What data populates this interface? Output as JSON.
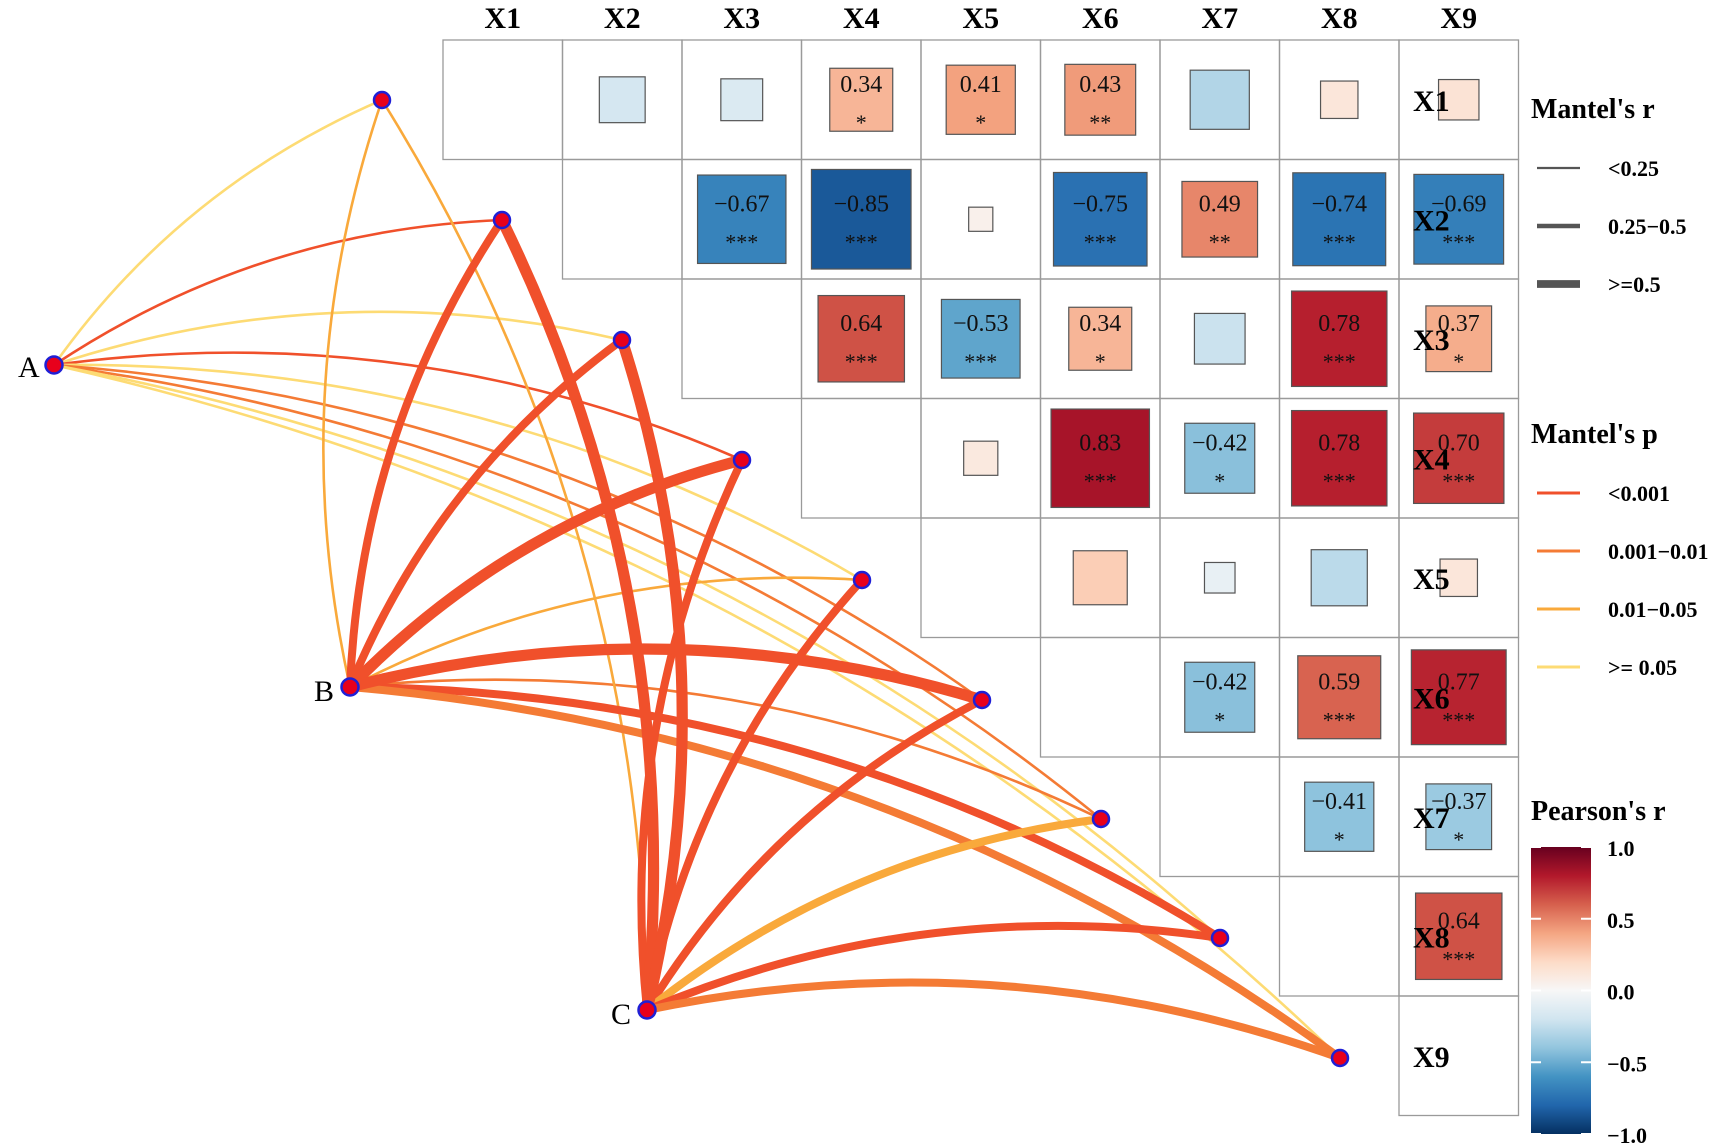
{
  "chart_data": {
    "type": "heatmap",
    "subtype": "mantel-test correlogram (upper-triangle Pearson correlation matrix with Mantel test links)",
    "variables": [
      "X1",
      "X2",
      "X3",
      "X4",
      "X5",
      "X6",
      "X7",
      "X8",
      "X9"
    ],
    "pearson_cells": [
      {
        "row": "X1",
        "col": "X2",
        "r": -0.18,
        "label": "",
        "stars": ""
      },
      {
        "row": "X1",
        "col": "X3",
        "r": -0.15,
        "label": "",
        "stars": ""
      },
      {
        "row": "X1",
        "col": "X4",
        "r": 0.34,
        "label": "0.34",
        "stars": "*"
      },
      {
        "row": "X1",
        "col": "X5",
        "r": 0.41,
        "label": "0.41",
        "stars": "*"
      },
      {
        "row": "X1",
        "col": "X6",
        "r": 0.43,
        "label": "0.43",
        "stars": "**"
      },
      {
        "row": "X1",
        "col": "X7",
        "r": -0.3,
        "label": "",
        "stars": ""
      },
      {
        "row": "X1",
        "col": "X8",
        "r": 0.12,
        "label": "",
        "stars": ""
      },
      {
        "row": "X1",
        "col": "X9",
        "r": 0.14,
        "label": "",
        "stars": ""
      },
      {
        "row": "X2",
        "col": "X3",
        "r": -0.67,
        "label": "−0.67",
        "stars": "***"
      },
      {
        "row": "X2",
        "col": "X4",
        "r": -0.85,
        "label": "−0.85",
        "stars": "***"
      },
      {
        "row": "X2",
        "col": "X5",
        "r": 0.05,
        "label": "",
        "stars": ""
      },
      {
        "row": "X2",
        "col": "X6",
        "r": -0.75,
        "label": "−0.75",
        "stars": "***"
      },
      {
        "row": "X2",
        "col": "X7",
        "r": 0.49,
        "label": "0.49",
        "stars": "**"
      },
      {
        "row": "X2",
        "col": "X8",
        "r": -0.74,
        "label": "−0.74",
        "stars": "***"
      },
      {
        "row": "X2",
        "col": "X9",
        "r": -0.69,
        "label": "−0.69",
        "stars": "***"
      },
      {
        "row": "X3",
        "col": "X4",
        "r": 0.64,
        "label": "0.64",
        "stars": "***"
      },
      {
        "row": "X3",
        "col": "X5",
        "r": -0.53,
        "label": "−0.53",
        "stars": "***"
      },
      {
        "row": "X3",
        "col": "X6",
        "r": 0.34,
        "label": "0.34",
        "stars": "*"
      },
      {
        "row": "X3",
        "col": "X7",
        "r": -0.22,
        "label": "",
        "stars": ""
      },
      {
        "row": "X3",
        "col": "X8",
        "r": 0.78,
        "label": "0.78",
        "stars": "***"
      },
      {
        "row": "X3",
        "col": "X9",
        "r": 0.37,
        "label": "0.37",
        "stars": "*"
      },
      {
        "row": "X4",
        "col": "X5",
        "r": 0.1,
        "label": "",
        "stars": ""
      },
      {
        "row": "X4",
        "col": "X6",
        "r": 0.83,
        "label": "0.83",
        "stars": "***"
      },
      {
        "row": "X4",
        "col": "X7",
        "r": -0.42,
        "label": "−0.42",
        "stars": "*"
      },
      {
        "row": "X4",
        "col": "X8",
        "r": 0.78,
        "label": "0.78",
        "stars": "***"
      },
      {
        "row": "X4",
        "col": "X9",
        "r": 0.7,
        "label": "0.70",
        "stars": "***"
      },
      {
        "row": "X5",
        "col": "X6",
        "r": 0.25,
        "label": "",
        "stars": ""
      },
      {
        "row": "X5",
        "col": "X7",
        "r": -0.08,
        "label": "",
        "stars": ""
      },
      {
        "row": "X5",
        "col": "X8",
        "r": -0.27,
        "label": "",
        "stars": ""
      },
      {
        "row": "X5",
        "col": "X9",
        "r": 0.12,
        "label": "",
        "stars": ""
      },
      {
        "row": "X6",
        "col": "X7",
        "r": -0.42,
        "label": "−0.42",
        "stars": "*"
      },
      {
        "row": "X6",
        "col": "X8",
        "r": 0.59,
        "label": "0.59",
        "stars": "***"
      },
      {
        "row": "X6",
        "col": "X9",
        "r": 0.77,
        "label": "0.77",
        "stars": "***"
      },
      {
        "row": "X7",
        "col": "X8",
        "r": -0.41,
        "label": "−0.41",
        "stars": "*"
      },
      {
        "row": "X7",
        "col": "X9",
        "r": -0.37,
        "label": "−0.37",
        "stars": "*"
      },
      {
        "row": "X8",
        "col": "X9",
        "r": 0.64,
        "label": "0.64",
        "stars": "***"
      }
    ],
    "mantel_groups": [
      "A",
      "B",
      "C"
    ],
    "mantel_links": [
      {
        "from": "A",
        "to": "X1",
        "r_class": "<0.25",
        "p_class": ">= 0.05"
      },
      {
        "from": "A",
        "to": "X2",
        "r_class": "<0.25",
        "p_class": "<0.001"
      },
      {
        "from": "A",
        "to": "X3",
        "r_class": "<0.25",
        "p_class": ">= 0.05"
      },
      {
        "from": "A",
        "to": "X4",
        "r_class": "<0.25",
        "p_class": "<0.001"
      },
      {
        "from": "A",
        "to": "X5",
        "r_class": "<0.25",
        "p_class": ">= 0.05"
      },
      {
        "from": "A",
        "to": "X6",
        "r_class": "<0.25",
        "p_class": "0.001−0.01"
      },
      {
        "from": "A",
        "to": "X7",
        "r_class": "<0.25",
        "p_class": "0.001−0.01"
      },
      {
        "from": "A",
        "to": "X8",
        "r_class": "<0.25",
        "p_class": ">= 0.05"
      },
      {
        "from": "A",
        "to": "X9",
        "r_class": "<0.25",
        "p_class": ">= 0.05"
      },
      {
        "from": "B",
        "to": "X1",
        "r_class": "<0.25",
        "p_class": "0.01−0.05"
      },
      {
        "from": "B",
        "to": "X2",
        "r_class": "0.25−0.5",
        "p_class": "<0.001"
      },
      {
        "from": "B",
        "to": "X3",
        "r_class": "0.25−0.5",
        "p_class": "<0.001"
      },
      {
        "from": "B",
        "to": "X4",
        "r_class": ">=0.5",
        "p_class": "<0.001"
      },
      {
        "from": "B",
        "to": "X5",
        "r_class": "<0.25",
        "p_class": "0.01−0.05"
      },
      {
        "from": "B",
        "to": "X6",
        "r_class": ">=0.5",
        "p_class": "<0.001"
      },
      {
        "from": "B",
        "to": "X7",
        "r_class": "<0.25",
        "p_class": "0.001−0.01"
      },
      {
        "from": "B",
        "to": "X8",
        "r_class": "0.25−0.5",
        "p_class": "<0.001"
      },
      {
        "from": "B",
        "to": "X9",
        "r_class": "0.25−0.5",
        "p_class": "0.001−0.01"
      },
      {
        "from": "C",
        "to": "X1",
        "r_class": "<0.25",
        "p_class": "0.01−0.05"
      },
      {
        "from": "C",
        "to": "X2",
        "r_class": ">=0.5",
        "p_class": "<0.001"
      },
      {
        "from": "C",
        "to": "X3",
        "r_class": ">=0.5",
        "p_class": "<0.001"
      },
      {
        "from": "C",
        "to": "X4",
        "r_class": "0.25−0.5",
        "p_class": "<0.001"
      },
      {
        "from": "C",
        "to": "X5",
        "r_class": "0.25−0.5",
        "p_class": "<0.001"
      },
      {
        "from": "C",
        "to": "X6",
        "r_class": "0.25−0.5",
        "p_class": "<0.001"
      },
      {
        "from": "C",
        "to": "X7",
        "r_class": "0.25−0.5",
        "p_class": "0.01−0.05"
      },
      {
        "from": "C",
        "to": "X8",
        "r_class": "0.25−0.5",
        "p_class": "<0.001"
      },
      {
        "from": "C",
        "to": "X9",
        "r_class": "0.25−0.5",
        "p_class": "0.001−0.01"
      }
    ],
    "legend": {
      "mantel_r": {
        "title": "Mantel's r",
        "items": [
          {
            "label": "<0.25",
            "width": 2
          },
          {
            "label": "0.25−0.5",
            "width": 4
          },
          {
            "label": ">=0.5",
            "width": 7
          }
        ]
      },
      "mantel_p": {
        "title": "Mantel's p",
        "items": [
          {
            "label": "<0.001",
            "color": "#f0502b"
          },
          {
            "label": "0.001−0.01",
            "color": "#f47b35"
          },
          {
            "label": "0.01−0.05",
            "color": "#f9a93b"
          },
          {
            "label": ">= 0.05",
            "color": "#fddb74"
          }
        ]
      },
      "pearson_r": {
        "title": "Pearson's r",
        "range": [
          -1.0,
          1.0
        ],
        "ticks": [
          "1.0",
          "0.5",
          "0.0",
          "−0.5",
          "−1.0"
        ],
        "colors": [
          "#67001f",
          "#b2182b",
          "#d6604d",
          "#f4a582",
          "#fddbc7",
          "#f7f7f7",
          "#d1e5f0",
          "#92c5de",
          "#4393c3",
          "#2166ac",
          "#053061"
        ]
      }
    },
    "node_style": {
      "fill": "#e8001c",
      "stroke": "#1f1fd6"
    },
    "grid": true
  }
}
